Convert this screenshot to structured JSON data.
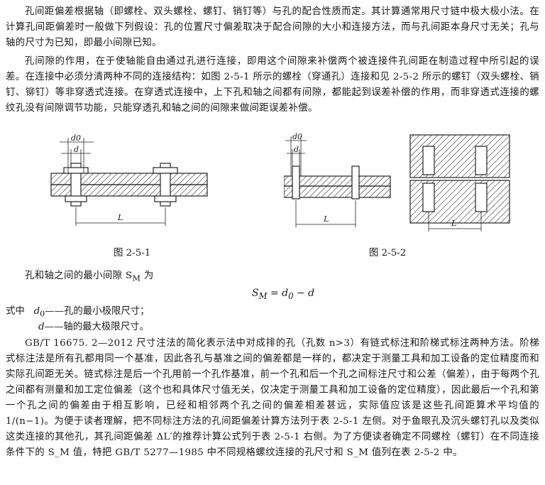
{
  "paragraphs": {
    "p1": "孔间距偏差根据轴（即螺栓、双头螺栓、螺钉、销钉等）与孔的配合性质而定。其计算通常用尺寸链中极大极小法。在计算孔间距偏差时一般做下列假设：孔的位置尺寸偏差取决于配合间隙的大小和连接方法，而与孔间距本身尺寸无关；孔与轴的尺寸为已知，即最小间隙已知。",
    "p2": "孔间隙的作用，在于使轴能自由通过孔进行连接，即用这个间隙来补偿两个被连接件孔间距在制造过程中所引起的误差。在连接中必须分清两种不同的连接结构：如图 2-5-1 所示的螺栓（穿通孔）连接和见 2-5-2 所示的螺钉（双头螺栓、销钉、铆钉）等非穿透式连接。在穿透式连接中，上下孔和轴之间都有间隙，都能起到误差补偿的作用，而非穿透式连接的螺纹孔没有间隙调节功能，只能穿透孔和轴之间的间隙来做间距误差补偿。",
    "p3_lead": "孔和轴之间的最小间隙 S",
    "p3_sub": "M",
    "p3_tail": " 为",
    "p4": "GB/T 16675. 2—2012 尺寸注法的简化表示法中对成排的孔（孔数 n>3）有链式标注和阶梯式标注两种方法。阶梯式标注法是所有孔都用同一个基准，因此各孔与基准之间的偏差都是一样的，都决定于测量工具和加工设备的定位精度而和实际孔间距无关。链式标注是后一个孔用前一个孔作基准，前一个孔和后一个孔之间标注尺寸和公差（偏差），由于每两个孔之间都有测量和加工定位偏差（这个也和具体尺寸值无关，仅决定于测量工具和加工设备的定位精度），因此最后一个孔和第一个孔之间的偏差由于相互影响，已经和相邻两个孔之间的偏差相差甚远，实际值应该是这些孔间距算术平均值的 1/(n−1)。为便于读者理解，把不同标注方法的孔间距偏差计算方法列于表 2-5-1 左侧。对于鱼眼孔及沉头螺钉孔以及类似这类连接的其他孔，其孔间距偏差 ΔL′的推荐计算公式列于表 2-5-1 右侧。为了方便读者确定不同螺栓（螺钉）在不同连接条件下的 S_M 值，特把 GB/T 5277—1985 中不同规格螺纹连接的孔尺寸和 S_M 值列在表 2-5-2 中。"
  },
  "formula": {
    "lhs": "S",
    "lhs_sub": "M",
    "rhs": " = d",
    "rhs_sub": "0",
    "rhs_tail": " − d"
  },
  "definitions": [
    {
      "prefix": "式中",
      "symbol": "d",
      "sub": "0",
      "text": "——孔的最小极限尺寸；"
    },
    {
      "prefix": "",
      "symbol": "d",
      "sub": "",
      "text": "——轴的最大极限尺寸。"
    }
  ],
  "figures": {
    "fig1_caption": "图 2-5-1",
    "fig2_caption": "图 2-5-2",
    "labels": {
      "d0": "d0",
      "d": "d",
      "L": "L"
    }
  }
}
